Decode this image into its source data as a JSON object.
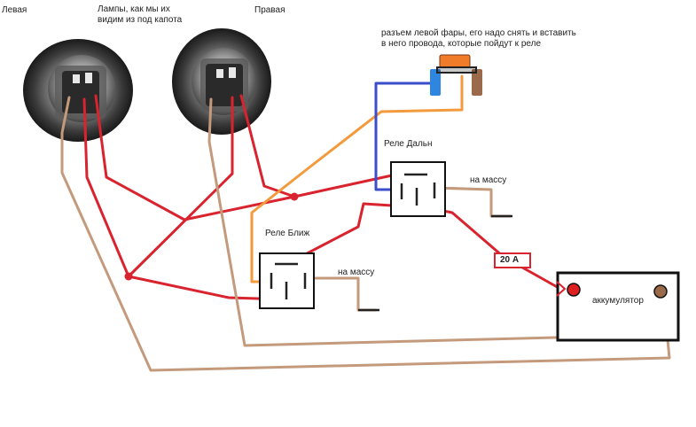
{
  "labels": {
    "left_lamp": "Левая",
    "lamps_caption_line1": "Лампы, как мы их",
    "lamps_caption_line2": "видим из под капота",
    "right_lamp": "Правая",
    "connector_note_line1": "разъем левой фары, его надо снять и вставить",
    "connector_note_line2": "в него провода, которые пойдут к реле",
    "relay_high": "Реле Дальн",
    "relay_low": "Реле Ближ",
    "ground_high": "на массу",
    "ground_low": "на массу",
    "fuse": "20 А",
    "battery": "аккумулятор"
  },
  "colors": {
    "wire_red": "#d9232e",
    "wire_brown": "#c49a7c",
    "wire_orange": "#f39a3c",
    "wire_blue": "#3b4dc9",
    "relay_outline": "#111111",
    "connector_orange": "#f07c2a",
    "connector_blue": "#2f86e0",
    "connector_brown": "#9a6a4a",
    "terminal_red": "#e02020",
    "terminal_brown": "#9a6a4a"
  }
}
